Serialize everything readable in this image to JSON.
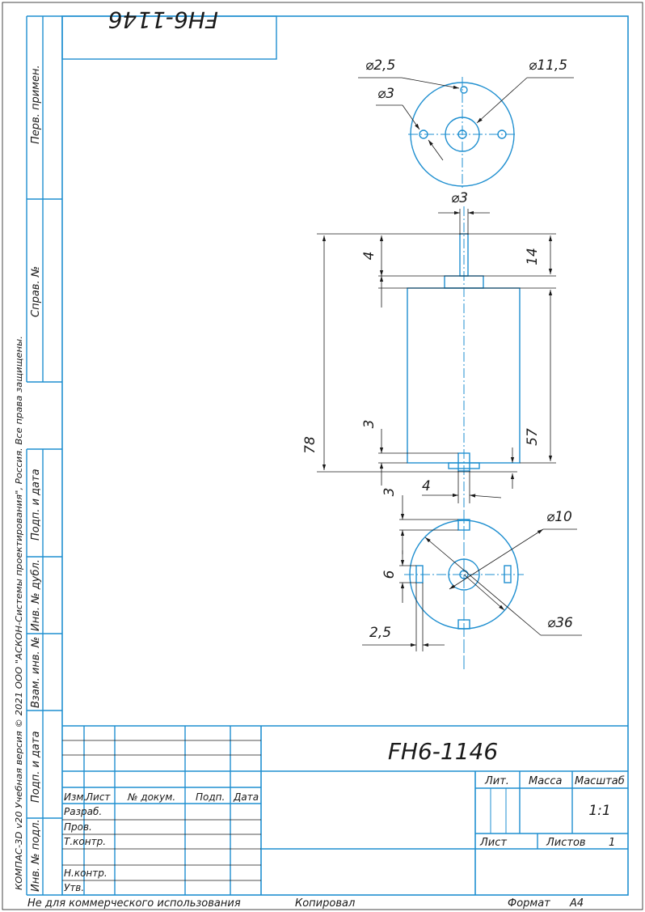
{
  "drawing": {
    "designation": "FH6-1146",
    "designation_rotated": "FH6-1146",
    "left_strip": {
      "copyright": "КОМПАС-3D v20 Учебная версия © 2021 ООО \"АСКОН-Системы проектирования\", Россия. Все права защищены.",
      "perv_primen": "Перв. примен.",
      "sprav_no": "Справ. №",
      "podp_data_1": "Подп. и дата",
      "inv_dubl": "Инв. № дубл.",
      "vzam_inv": "Взам. инв. №",
      "podp_data_2": "Подп. и дата",
      "inv_podl": "Инв. № подл."
    },
    "top_view_dims": {
      "d_small_hole": "⌀2,5",
      "d_hole": "⌀3",
      "d_boss": "⌀11,5"
    },
    "side_view_dims": {
      "d_shaft": "⌀3",
      "shaft_len": "4",
      "shaft_len_total": "14",
      "overall_len": "78",
      "body_len": "57",
      "bottom_step": "3",
      "bottom_tab": "3",
      "tab_width": "4"
    },
    "bottom_view_dims": {
      "d_center": "⌀10",
      "d_outer": "⌀36",
      "slot_len": "6",
      "slot_width": "2,5"
    },
    "title_block": {
      "izm": "Изм.",
      "list": "Лист",
      "no_dokum": "№ докум.",
      "podp": "Подп.",
      "data": "Дата",
      "razrab": "Разраб.",
      "prov": "Пров.",
      "tkontr": "Т.контр.",
      "nkontr": "Н.контр.",
      "utv": "Утв.",
      "lit": "Лит.",
      "massa": "Масса",
      "masshtab": "Масштаб",
      "scale_value": "1:1",
      "sheet_label": "Лист",
      "sheets_label": "Листов",
      "sheets_value": "1"
    },
    "footer": {
      "noncommercial": "Не для коммерческого использования",
      "kopiroval": "Копировал",
      "format_label": "Формат",
      "format_value": "A4"
    }
  }
}
